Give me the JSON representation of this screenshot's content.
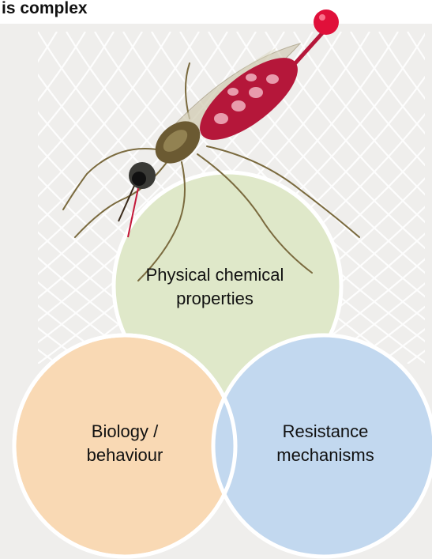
{
  "title": "is complex",
  "colors": {
    "panel_bg": "#efeeec",
    "net_stroke": "#ffffff",
    "circle_top_fill": "#dfe8c9",
    "circle_left_fill": "#f9d9b4",
    "circle_right_fill": "#c2d8ef",
    "circle_outline": "#ffffff",
    "label_color": "#111111",
    "mosquito_body": "#b5173a",
    "mosquito_thorax": "#6b5a32",
    "blood_drop": "#e0103a"
  },
  "diagram": {
    "circles": [
      {
        "id": "physical-chemical",
        "lines": [
          "Physical chemical",
          "properties"
        ]
      },
      {
        "id": "biology",
        "lines": [
          "Biology /",
          "behaviour"
        ]
      },
      {
        "id": "resistance",
        "lines": [
          "Resistance",
          "mechanisms"
        ]
      }
    ]
  },
  "illustration": {
    "icon": "mosquito-icon",
    "background_icon": "bed-net-icon"
  }
}
